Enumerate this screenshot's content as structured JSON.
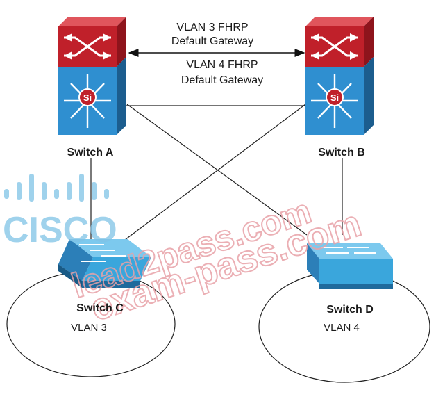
{
  "annotations": {
    "vlan3_line1": "VLAN 3 FHRP",
    "vlan3_line2": "Default Gateway",
    "vlan4_line1": "VLAN 4 FHRP",
    "vlan4_line2": "Default Gateway"
  },
  "switches": {
    "a": {
      "name": "Switch A",
      "badge": "Si"
    },
    "b": {
      "name": "Switch B",
      "badge": "Si"
    },
    "c": {
      "name": "Switch C",
      "vlan": "VLAN 3"
    },
    "d": {
      "name": "Switch D",
      "vlan": "VLAN 4"
    }
  },
  "watermark": {
    "logo_text": "CISCO",
    "site_line1": "lead2pass.com",
    "site_line2": "exam-pass.com"
  },
  "colors": {
    "router_red": "#c0202a",
    "multilayer_blue": "#2f8fd0",
    "switch_blue": "#3aa6dc",
    "watermark_pink": "#e8a2a8",
    "watermark_cisco": "#7fc3e6"
  }
}
